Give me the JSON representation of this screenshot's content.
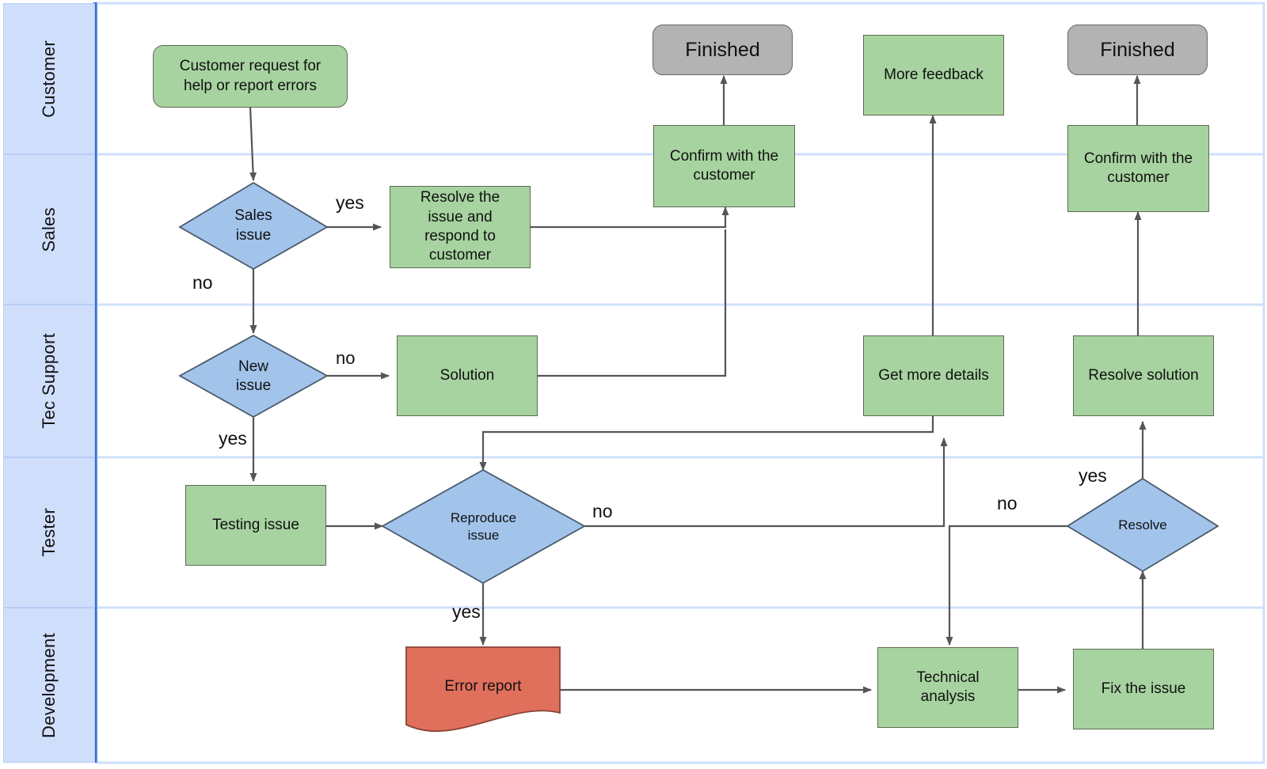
{
  "diagram": {
    "title": "Customer support issue handling swimlane flowchart",
    "colors": {
      "lane_fill": "#cfdefb",
      "lane_border": "#b6cdf5",
      "lane_divider": "#2d6fd8",
      "process_fill": "#a7d3a0",
      "process_stroke": "#5d6b52",
      "decision_fill": "#a2c4eb",
      "decision_stroke": "#4a5a6b",
      "terminator_fill": "#b3b3b3",
      "terminator_stroke": "#666666",
      "document_fill": "#e0705c",
      "document_stroke": "#8a4436",
      "connector": "#555555"
    },
    "lanes": [
      {
        "id": "customer",
        "label": "Customer"
      },
      {
        "id": "sales",
        "label": "Sales"
      },
      {
        "id": "tec-support",
        "label": "Tec Support"
      },
      {
        "id": "tester",
        "label": "Tester"
      },
      {
        "id": "development",
        "label": "Development"
      }
    ],
    "nodes": [
      {
        "id": "customer-request",
        "lane": "customer",
        "shape": "terminator",
        "label": "Customer request for\nhelp or report errors"
      },
      {
        "id": "finished-1",
        "lane": "customer",
        "shape": "terminator-finished",
        "label": "Finished"
      },
      {
        "id": "more-feedback",
        "lane": "customer",
        "shape": "process",
        "label": "More feedback"
      },
      {
        "id": "finished-2",
        "lane": "customer",
        "shape": "terminator-finished",
        "label": "Finished"
      },
      {
        "id": "sales-issue",
        "lane": "sales",
        "shape": "decision",
        "label": "Sales\nissue"
      },
      {
        "id": "resolve-respond",
        "lane": "sales",
        "shape": "process",
        "label": "Resolve the\nissue and\nrespond to\ncustomer"
      },
      {
        "id": "confirm-1",
        "lane": "sales",
        "shape": "process",
        "label": "Confirm with the\ncustomer"
      },
      {
        "id": "confirm-2",
        "lane": "sales",
        "shape": "process",
        "label": "Confirm with the\ncustomer"
      },
      {
        "id": "new-issue",
        "lane": "tec-support",
        "shape": "decision",
        "label": "New\nissue"
      },
      {
        "id": "solution",
        "lane": "tec-support",
        "shape": "process",
        "label": "Solution"
      },
      {
        "id": "get-more-details",
        "lane": "tec-support",
        "shape": "process",
        "label": "Get more details"
      },
      {
        "id": "resolve-solution",
        "lane": "tec-support",
        "shape": "process",
        "label": "Resolve solution"
      },
      {
        "id": "testing-issue",
        "lane": "tester",
        "shape": "process",
        "label": "Testing issue"
      },
      {
        "id": "reproduce-issue",
        "lane": "tester",
        "shape": "decision",
        "label": "Reproduce\nissue"
      },
      {
        "id": "resolve",
        "lane": "tester",
        "shape": "decision",
        "label": "Resolve"
      },
      {
        "id": "error-report",
        "lane": "development",
        "shape": "document",
        "label": "Error report"
      },
      {
        "id": "technical-analysis",
        "lane": "development",
        "shape": "process",
        "label": "Technical\nanalysis"
      },
      {
        "id": "fix-the-issue",
        "lane": "development",
        "shape": "process",
        "label": "Fix the issue"
      }
    ],
    "edge_labels": [
      {
        "id": "sales-yes",
        "text": "yes"
      },
      {
        "id": "sales-no",
        "text": "no"
      },
      {
        "id": "new-issue-no",
        "text": "no"
      },
      {
        "id": "new-issue-yes",
        "text": "yes"
      },
      {
        "id": "reproduce-no",
        "text": "no"
      },
      {
        "id": "reproduce-yes",
        "text": "yes"
      },
      {
        "id": "resolve-no",
        "text": "no"
      },
      {
        "id": "resolve-yes",
        "text": "yes"
      }
    ],
    "edges": [
      {
        "from": "customer-request",
        "to": "sales-issue",
        "label": ""
      },
      {
        "from": "sales-issue",
        "to": "resolve-respond",
        "label": "yes"
      },
      {
        "from": "sales-issue",
        "to": "new-issue",
        "label": "no"
      },
      {
        "from": "resolve-respond",
        "to": "confirm-1",
        "label": ""
      },
      {
        "from": "confirm-1",
        "to": "finished-1",
        "label": ""
      },
      {
        "from": "new-issue",
        "to": "solution",
        "label": "no"
      },
      {
        "from": "new-issue",
        "to": "testing-issue",
        "label": "yes"
      },
      {
        "from": "solution",
        "to": "confirm-1",
        "label": ""
      },
      {
        "from": "testing-issue",
        "to": "reproduce-issue",
        "label": ""
      },
      {
        "from": "reproduce-issue",
        "to": "get-more-details",
        "label": "no"
      },
      {
        "from": "reproduce-issue",
        "to": "error-report",
        "label": "yes"
      },
      {
        "from": "get-more-details",
        "to": "more-feedback",
        "label": ""
      },
      {
        "from": "get-more-details",
        "to": "reproduce-issue",
        "label": ""
      },
      {
        "from": "get-more-details",
        "to": "technical-analysis",
        "label": ""
      },
      {
        "from": "error-report",
        "to": "technical-analysis",
        "label": ""
      },
      {
        "from": "technical-analysis",
        "to": "fix-the-issue",
        "label": ""
      },
      {
        "from": "fix-the-issue",
        "to": "resolve",
        "label": ""
      },
      {
        "from": "resolve",
        "to": "resolve-solution",
        "label": "yes"
      },
      {
        "from": "resolve",
        "to": "technical-analysis",
        "label": "no"
      },
      {
        "from": "resolve-solution",
        "to": "confirm-2",
        "label": ""
      },
      {
        "from": "confirm-2",
        "to": "finished-2",
        "label": ""
      }
    ]
  }
}
